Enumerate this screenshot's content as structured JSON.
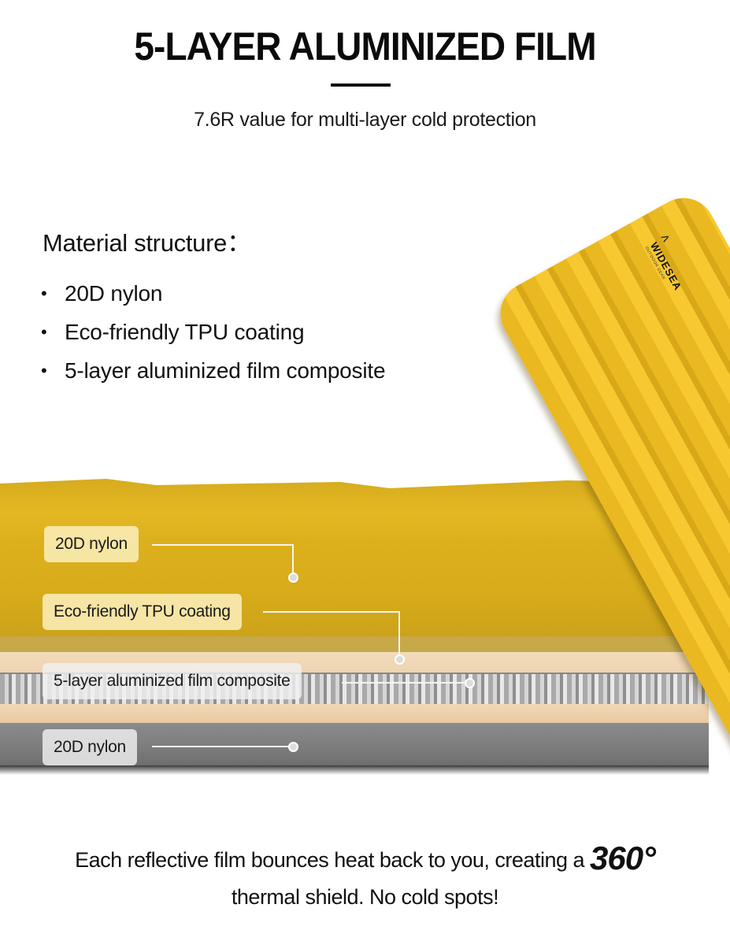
{
  "header": {
    "title": "5-LAYER ALUMINIZED FILM",
    "subtitle": "7.6R value for multi-layer cold protection"
  },
  "materials": {
    "heading": "Material structure：",
    "items": [
      "20D nylon",
      "Eco-friendly TPU coating",
      "5-layer aluminized film composite"
    ],
    "bullet_glyph": "•"
  },
  "product": {
    "brand": "WIDESEA",
    "brand_tagline": "OUTDOOR GEAR",
    "logo_mark": "ʌ",
    "color": "#f2c12a"
  },
  "cross_section": {
    "labels": [
      {
        "text": "20D nylon",
        "layer": "top-shell"
      },
      {
        "text": "Eco-friendly TPU coating",
        "layer": "tpu"
      },
      {
        "text": "5-layer aluminized film composite",
        "layer": "foil"
      },
      {
        "text": "20D nylon",
        "layer": "bottom-shell"
      }
    ],
    "colors": {
      "yellow": "#dcb01d",
      "tan": "#f0d7b4",
      "foil": "#b9b9b9",
      "gray": "#7f7f7f"
    }
  },
  "footer": {
    "line1_prefix": "Each reflective film bounces heat back to you, creating a ",
    "line1_emphasis": "360°",
    "line2": "thermal shield. No cold spots!"
  }
}
